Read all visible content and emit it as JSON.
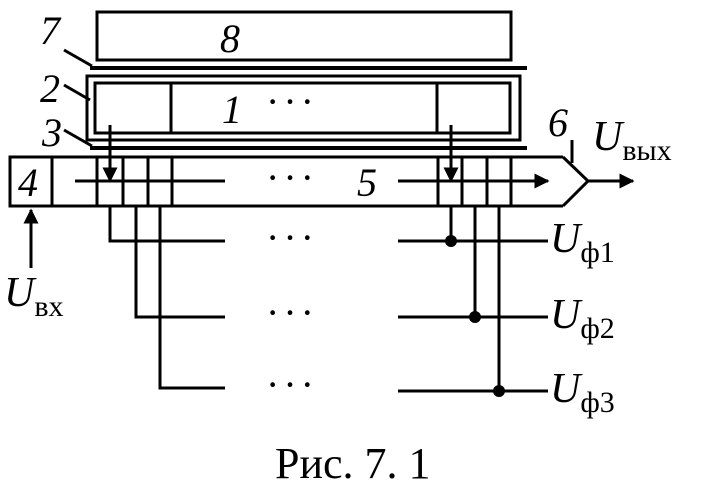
{
  "labels": {
    "n1": "1",
    "n2": "2",
    "n3": "3",
    "n4": "4",
    "n5": "5",
    "n6": "6",
    "n7": "7",
    "n8": "8"
  },
  "dots": "···",
  "outputs": {
    "u": "U",
    "out_sub": "вых",
    "in_sub": "вх",
    "f1_sub": "ф1",
    "f2_sub": "ф2",
    "f3_sub": "ф3"
  },
  "caption": "Рис. 7. 1"
}
